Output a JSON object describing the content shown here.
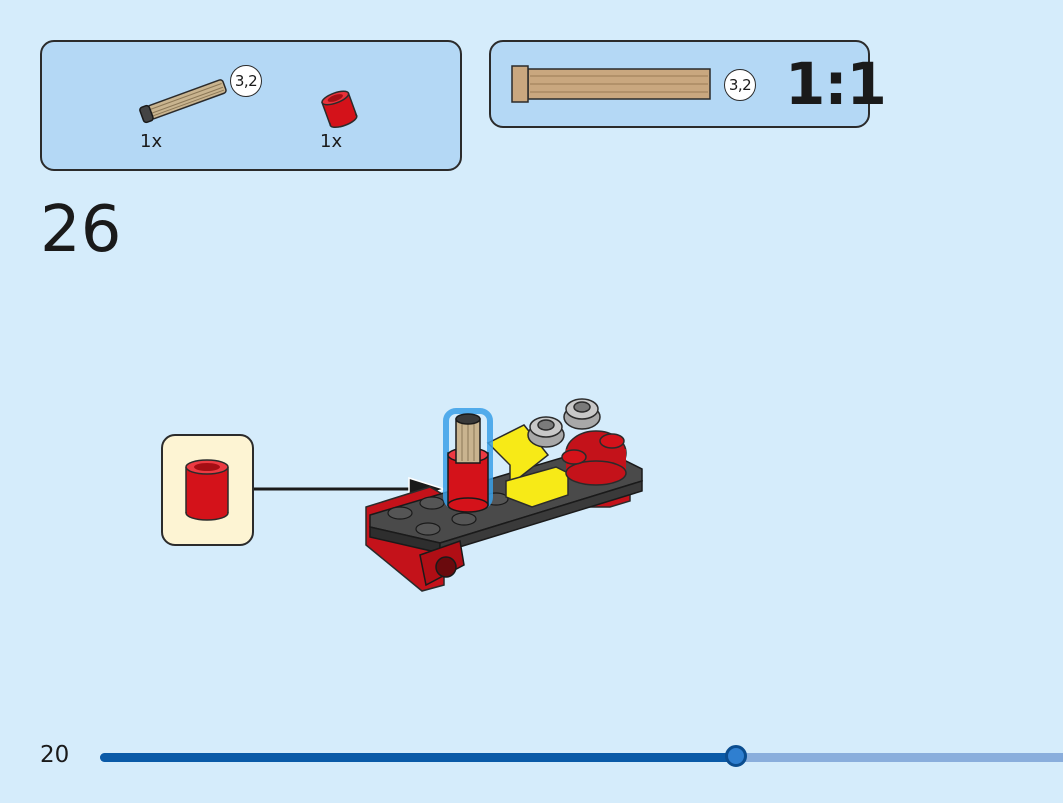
{
  "parts_list": {
    "items": [
      {
        "name": "tan-axle-icon",
        "quantity": "1x",
        "length_badge": "3,2"
      },
      {
        "name": "red-round-brick-icon",
        "quantity": "1x"
      }
    ]
  },
  "scale_reference": {
    "length_badge": "3,2",
    "scale": "1:1"
  },
  "step": {
    "number": "26"
  },
  "page": {
    "number": "20"
  },
  "progress": {
    "fraction": 0.66
  },
  "colors": {
    "background": "#d5ecfb",
    "panel": "#b4d8f5",
    "callout": "#fdf4d3",
    "progress_fill": "#0a5aa7",
    "progress_track": "#8aaedc"
  }
}
